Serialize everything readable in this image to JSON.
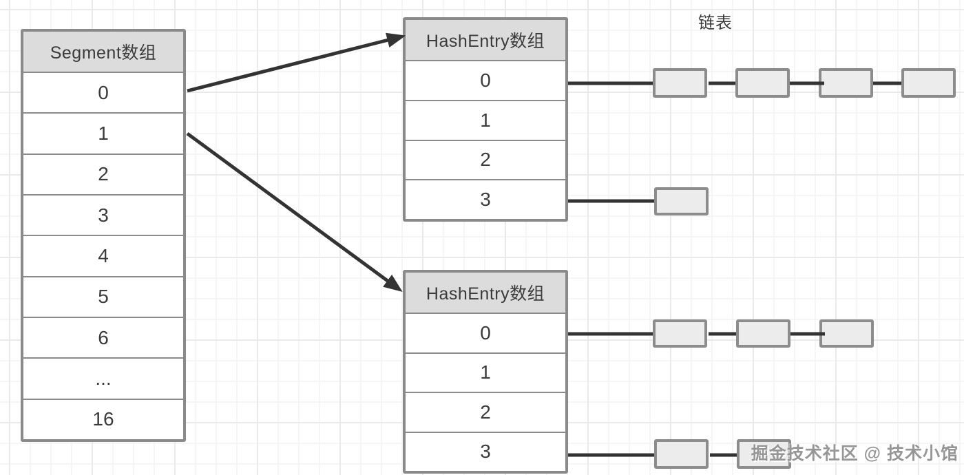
{
  "segment_table": {
    "title": "Segment数组",
    "rows": [
      "0",
      "1",
      "2",
      "3",
      "4",
      "5",
      "6",
      "...",
      "16"
    ]
  },
  "hash_entry_table_top": {
    "title": "HashEntry数组",
    "rows": [
      "0",
      "1",
      "2",
      "3"
    ]
  },
  "hash_entry_table_bottom": {
    "title": "HashEntry数组",
    "rows": [
      "0",
      "1",
      "2",
      "3"
    ]
  },
  "labels": {
    "linked_list": "链表"
  },
  "watermark": {
    "text": "掘金技术社区 @ 技术小馆"
  },
  "arrows": [
    {
      "from": "Segment数组 row 0",
      "to": "HashEntry数组 (top table)"
    },
    {
      "from": "Segment数组 row 1",
      "to": "HashEntry数组 (bottom table)"
    }
  ],
  "linked_lists": [
    {
      "source": "top HashEntry数组 row 0",
      "node_count": 4
    },
    {
      "source": "top HashEntry数组 row 3",
      "node_count": 1
    },
    {
      "source": "bottom HashEntry数组 row 0",
      "node_count": 3
    },
    {
      "source": "bottom HashEntry数组 row 3",
      "node_count": 2
    }
  ],
  "colors": {
    "table_border": "#8a8a8a",
    "header_fill": "#dcdcdc",
    "node_fill": "#ececec",
    "node_border": "#8c8c8c",
    "line": "#333333",
    "text": "#3b3b3b",
    "grid_minor": "#f5f5f5",
    "grid_major": "#eaeaea"
  }
}
